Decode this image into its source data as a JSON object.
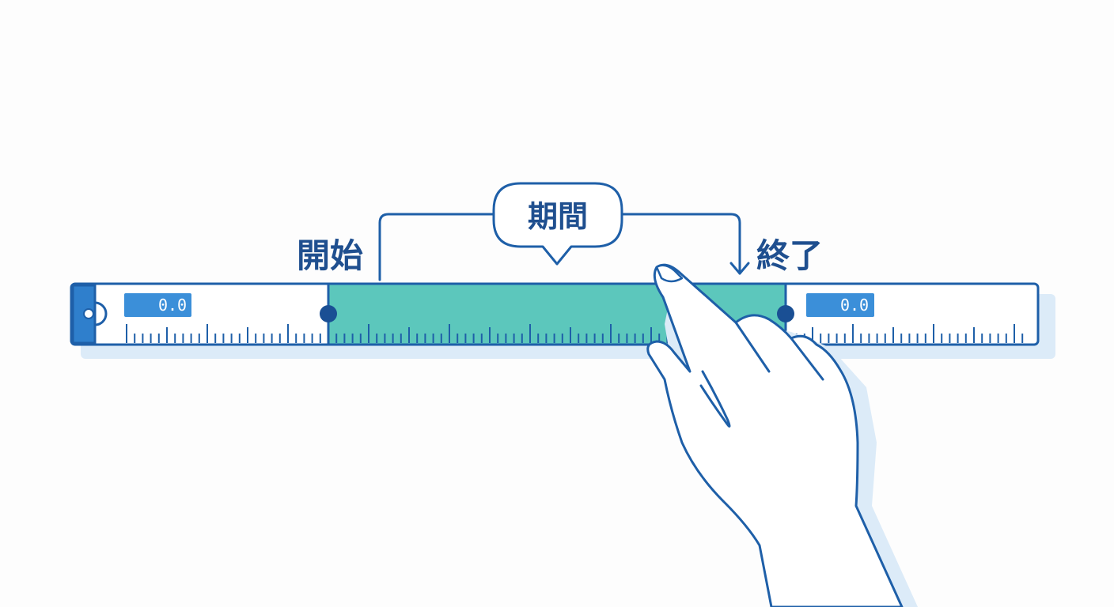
{
  "labels": {
    "start": "開始",
    "period": "期間",
    "end": "終了"
  },
  "readouts": {
    "left_value": "0.0",
    "right_value": "0.0"
  },
  "colors": {
    "outline": "#1e5fa8",
    "highlight": "#5cc7bc",
    "readout_bg": "#3b8fd9",
    "shadow": "#d9eaf7",
    "marker": "#1a4f94"
  },
  "icons": {
    "ruler_end_cap": "ruler-cap-icon",
    "start_marker": "start-marker-icon",
    "end_marker": "end-marker-icon",
    "hand": "hand-pointer-icon"
  }
}
